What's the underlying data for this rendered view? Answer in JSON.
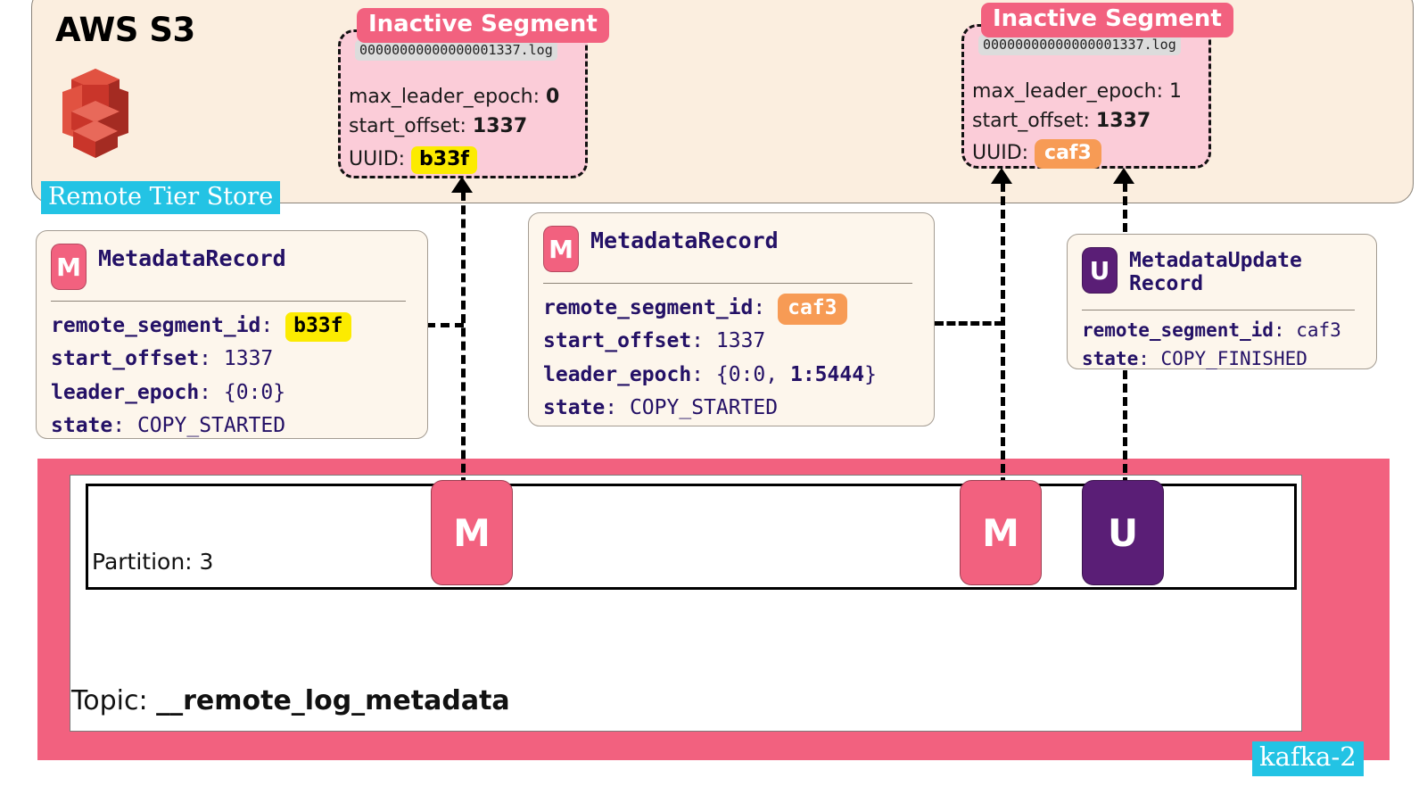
{
  "store": {
    "title": "AWS S3",
    "logo_icon": "aws-s3-bucket-icon",
    "badge": "Remote Tier Store"
  },
  "segments": [
    {
      "title": "Inactive Segment",
      "filename": "00000000000000001337.log",
      "max_leader_epoch_label": "max_leader_epoch: ",
      "max_leader_epoch_value": "0",
      "max_leader_epoch_bold": true,
      "start_offset_label": "start_offset: ",
      "start_offset_value": "1337",
      "uuid_label": "UUID: ",
      "uuid_value": "b33f",
      "uuid_chip": "yellow"
    },
    {
      "title": "Inactive Segment",
      "filename": "00000000000000001337.log",
      "max_leader_epoch_label": "max_leader_epoch: ",
      "max_leader_epoch_value": "1",
      "max_leader_epoch_bold": false,
      "start_offset_label": "start_offset: ",
      "start_offset_value": "1337",
      "uuid_label": "UUID: ",
      "uuid_value": "caf3",
      "uuid_chip": "orange"
    }
  ],
  "records": [
    {
      "icon": "M",
      "name": "MetadataRecord",
      "fields": [
        {
          "key": "remote_segment_id",
          "value": "b33f",
          "chip": "yellow"
        },
        {
          "key": "start_offset",
          "value": "1337",
          "chip": "none"
        },
        {
          "key": "leader_epoch",
          "value": "{0:0}",
          "chip": "none"
        },
        {
          "key": "state",
          "value": "COPY_STARTED",
          "chip": "none"
        }
      ]
    },
    {
      "icon": "M",
      "name": "MetadataRecord",
      "fields": [
        {
          "key": "remote_segment_id",
          "value": "caf3",
          "chip": "orange"
        },
        {
          "key": "start_offset",
          "value": "1337",
          "chip": "none"
        },
        {
          "key": "leader_epoch",
          "value": "{0:0, 1:5444}",
          "chip": "none"
        },
        {
          "key": "state",
          "value": "COPY_STARTED",
          "chip": "none"
        }
      ]
    },
    {
      "icon": "U",
      "name": "MetadataUpdate\nRecord",
      "fields": [
        {
          "key": "remote_segment_id",
          "value": "caf3",
          "chip": "none"
        },
        {
          "key": "state",
          "value": "COPY_FINISHED",
          "chip": "none"
        }
      ]
    }
  ],
  "kafka": {
    "partition_label": "Partition: 3",
    "topic_prefix": "Topic: ",
    "topic_name": "__remote_log_metadata",
    "badge": "kafka-2",
    "markers": [
      {
        "label": "M",
        "type": "metadata"
      },
      {
        "label": "M",
        "type": "metadata"
      },
      {
        "label": "U",
        "type": "update"
      }
    ]
  },
  "colors": {
    "pink": "#F2617F",
    "purple": "#5A1E76",
    "cyan": "#23C3E4",
    "cream": "#FBEEDF",
    "card_cream": "#FDF6EC",
    "segment_pink": "#FBCCD8",
    "yellow": "#FCEB00",
    "orange": "#F79B55",
    "navy": "#241166"
  }
}
